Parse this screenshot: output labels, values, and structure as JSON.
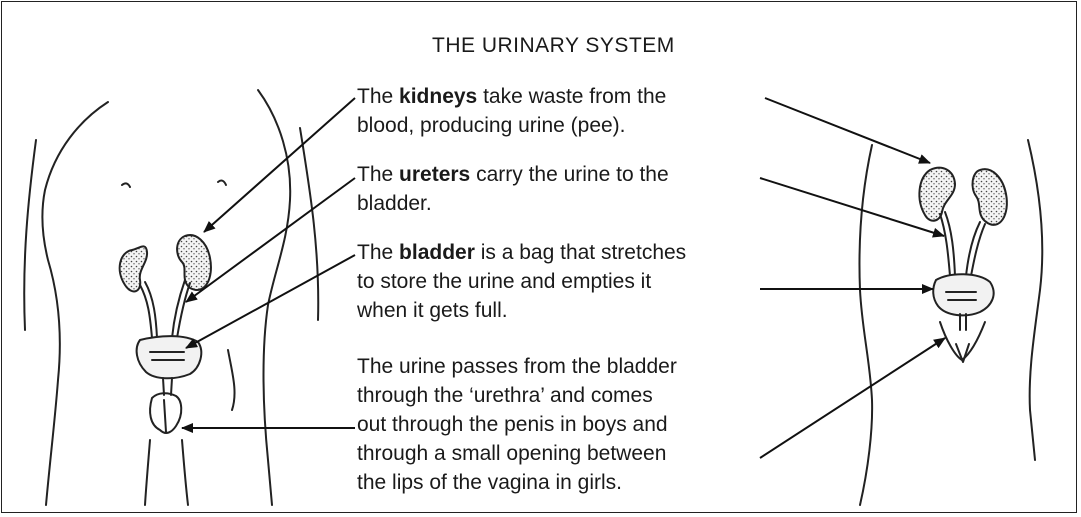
{
  "title": "THE URINARY SYSTEM",
  "paragraphs": {
    "kidneys": {
      "before": "The ",
      "term": "kidneys",
      "line1_rest": " take waste from the",
      "line2": "blood, producing urine (pee)."
    },
    "ureters": {
      "before": "The ",
      "term": "ureters",
      "line1_rest": " carry the urine to the",
      "line2": "bladder."
    },
    "bladder": {
      "before": "The ",
      "term": "bladder",
      "line1_rest": " is a bag that stretches",
      "line2": "to store the urine and empties it",
      "line3": "when it gets full."
    },
    "urethra": {
      "line1": "The urine passes from the bladder",
      "line2": "through the ‘urethra’ and comes",
      "line3": "out through the penis in boys and",
      "line4": "through a small opening between",
      "line5": "the lips of the vagina in girls."
    }
  }
}
